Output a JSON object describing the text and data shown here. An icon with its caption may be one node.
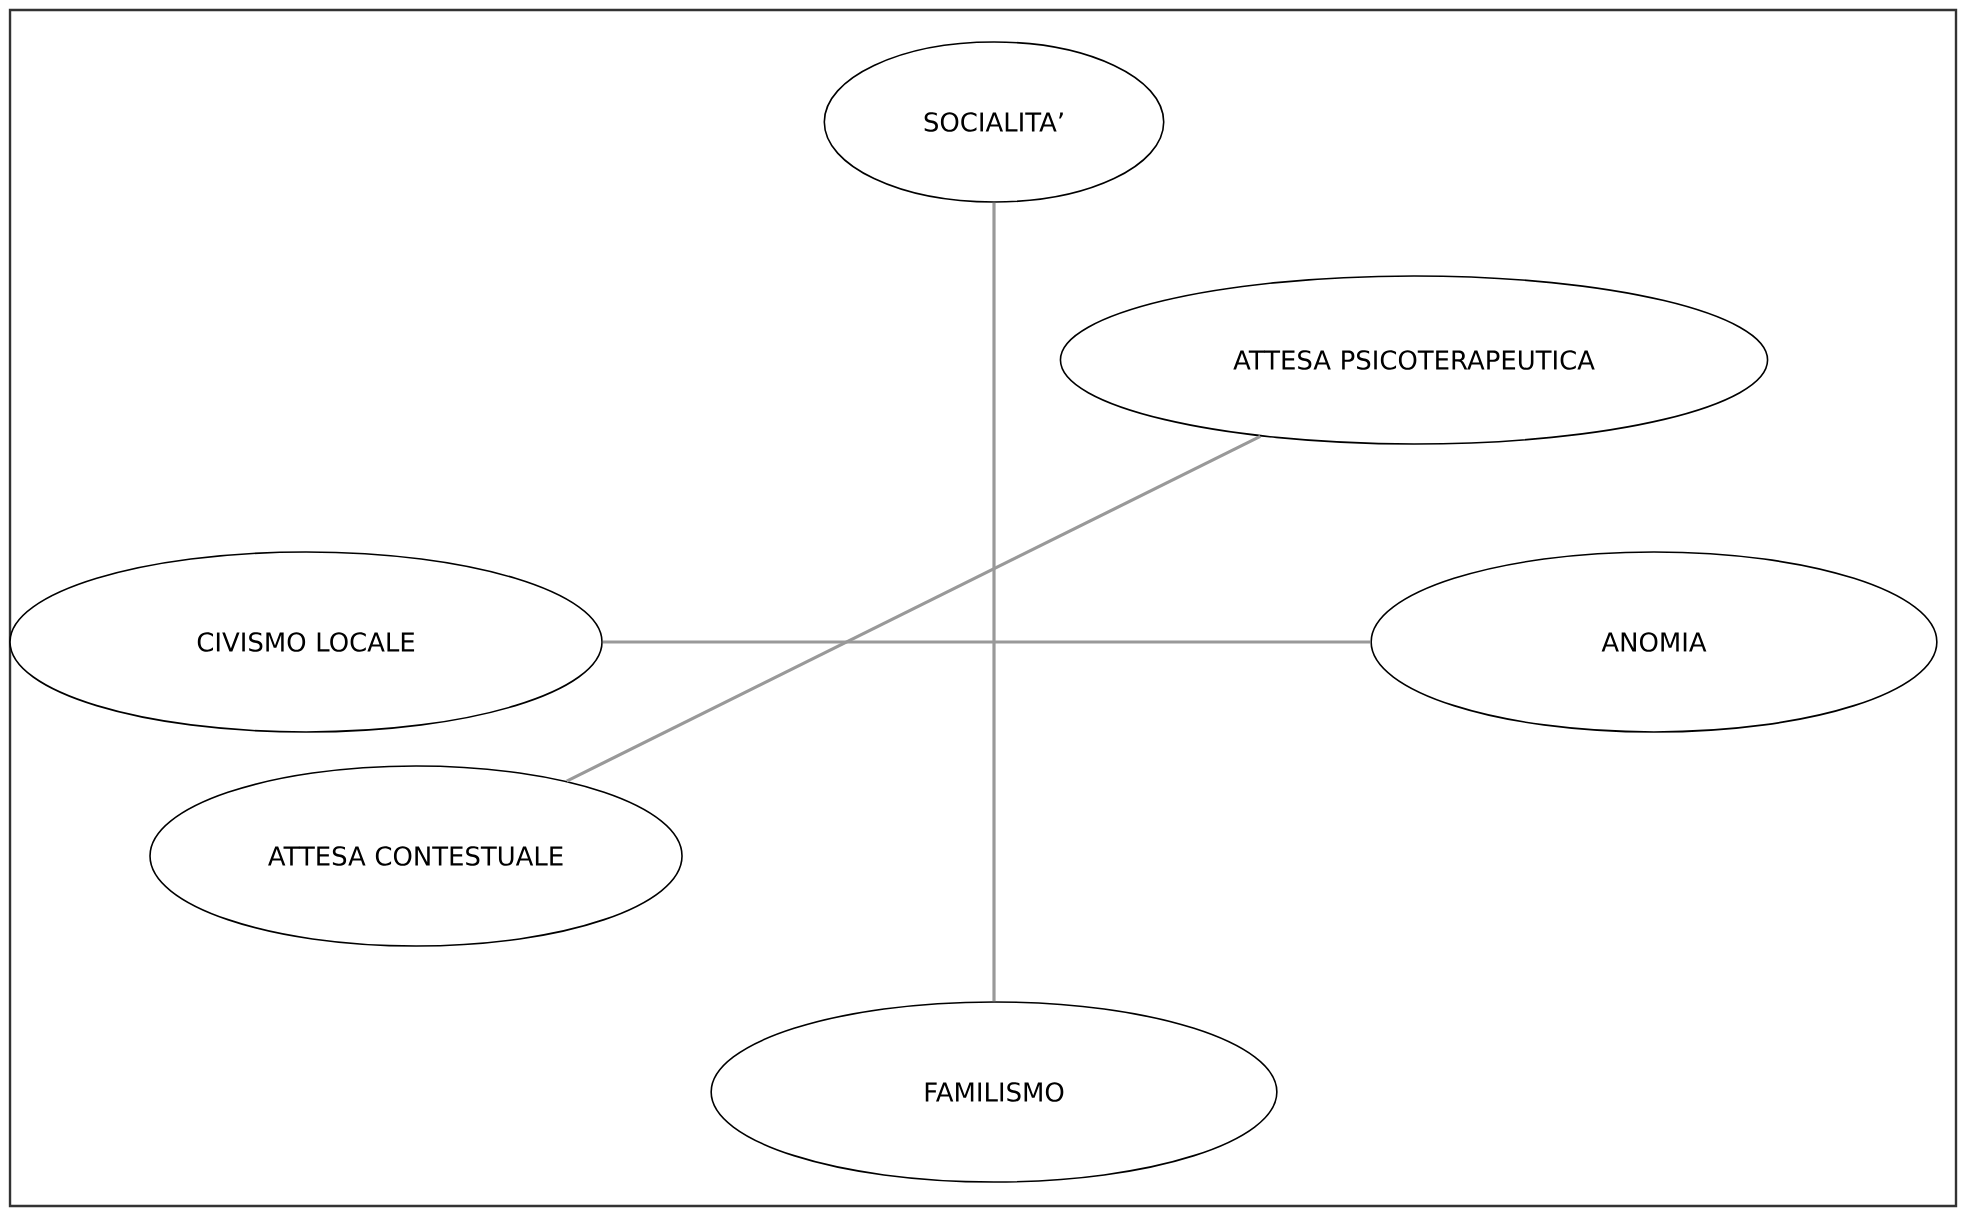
{
  "diagram": {
    "nodes": [
      {
        "text": [
          "SOCIALITA’"
        ]
      },
      {
        "text": [
          "ATTESA PSICOTERAPEUTICA"
        ]
      },
      {
        "text": [
          "CIVISMO LOCALE"
        ]
      },
      {
        "text": [
          "ANOMIA"
        ]
      },
      {
        "text": [
          "ATTESA CONTESTUALE"
        ]
      },
      {
        "text": [
          "FAMILISMO"
        ]
      }
    ],
    "edges": [
      {
        "from": 0,
        "to": 5,
        "arrow": "none"
      },
      {
        "from": 2,
        "to": 3,
        "arrow": "none"
      },
      {
        "from": 1,
        "to": 4,
        "arrow": "none"
      }
    ]
  }
}
